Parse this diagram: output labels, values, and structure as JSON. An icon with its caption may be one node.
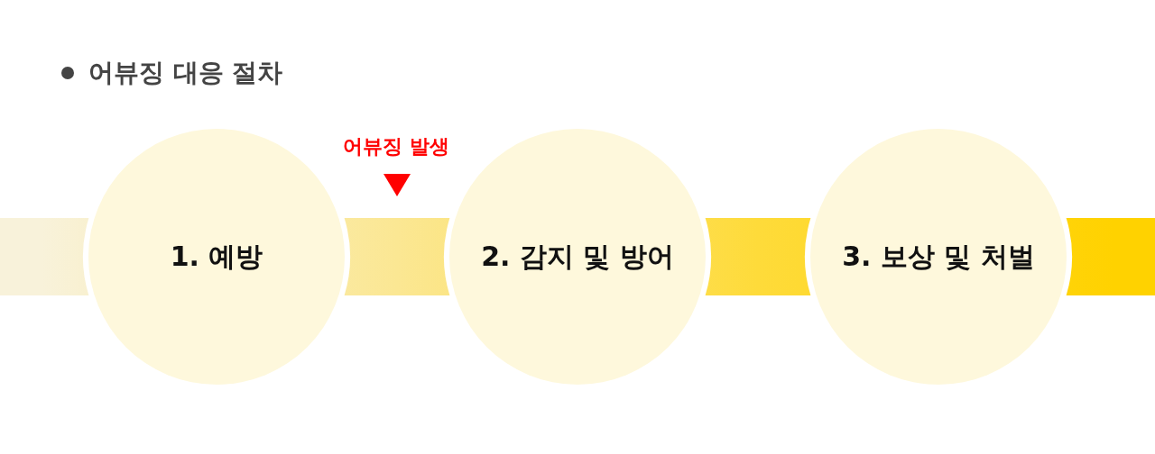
{
  "diagram": {
    "title": "어뷰징 대응 절차",
    "nodes": [
      {
        "text": [
          "1. 예방"
        ]
      },
      {
        "text": [
          "2. 감지 및 방어"
        ]
      },
      {
        "text": [
          "3. 보상 및 처벌"
        ]
      }
    ],
    "edges": [
      {
        "from": null,
        "to": 0,
        "arrow": "none",
        "style": "thick",
        "color": "#f8f2da"
      },
      {
        "from": 0,
        "to": 1,
        "arrow": "none",
        "style": "thick",
        "color": "#fbe793"
      },
      {
        "from": 1,
        "to": 2,
        "arrow": "none",
        "style": "thick",
        "color": "#fedb3a"
      },
      {
        "from": 2,
        "to": null,
        "arrow": "none",
        "style": "thick",
        "color": "#ffd200"
      }
    ],
    "labels": [
      "어뷰징 발생"
    ]
  }
}
